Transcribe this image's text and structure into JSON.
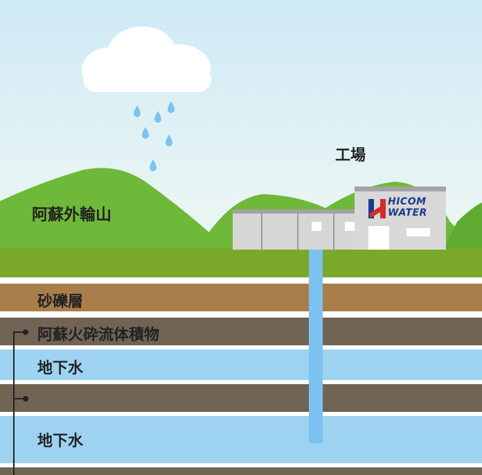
{
  "labels": {
    "mountain": "阿蘇外輪山",
    "factory": "工場",
    "layers": {
      "gravel": "砂礫層",
      "pyroclastic": "阿蘇火砕流体積物",
      "groundwater_upper": "地下水",
      "groundwater_lower": "地下水"
    }
  },
  "logo": {
    "line1": "HICOM",
    "line2": "WATER"
  },
  "colors": {
    "sky_top": "#cfe9f6",
    "sky_bottom": "#eaf6f3",
    "mountain_green": "#6fb93a",
    "ground_green": "#7aa82a",
    "gravel": "#a97e4a",
    "pyroclastic": "#716455",
    "groundwater": "#9dd3f0",
    "well": "#7cc2f0",
    "factory": "#d8d8d8",
    "logo_red": "#d22c2c",
    "logo_blue": "#1a3a8a"
  },
  "icons": {
    "cloud": "cloud-icon",
    "rain": "raindrop-icon",
    "factory": "factory-icon",
    "logo": "hicom-water-logo"
  }
}
